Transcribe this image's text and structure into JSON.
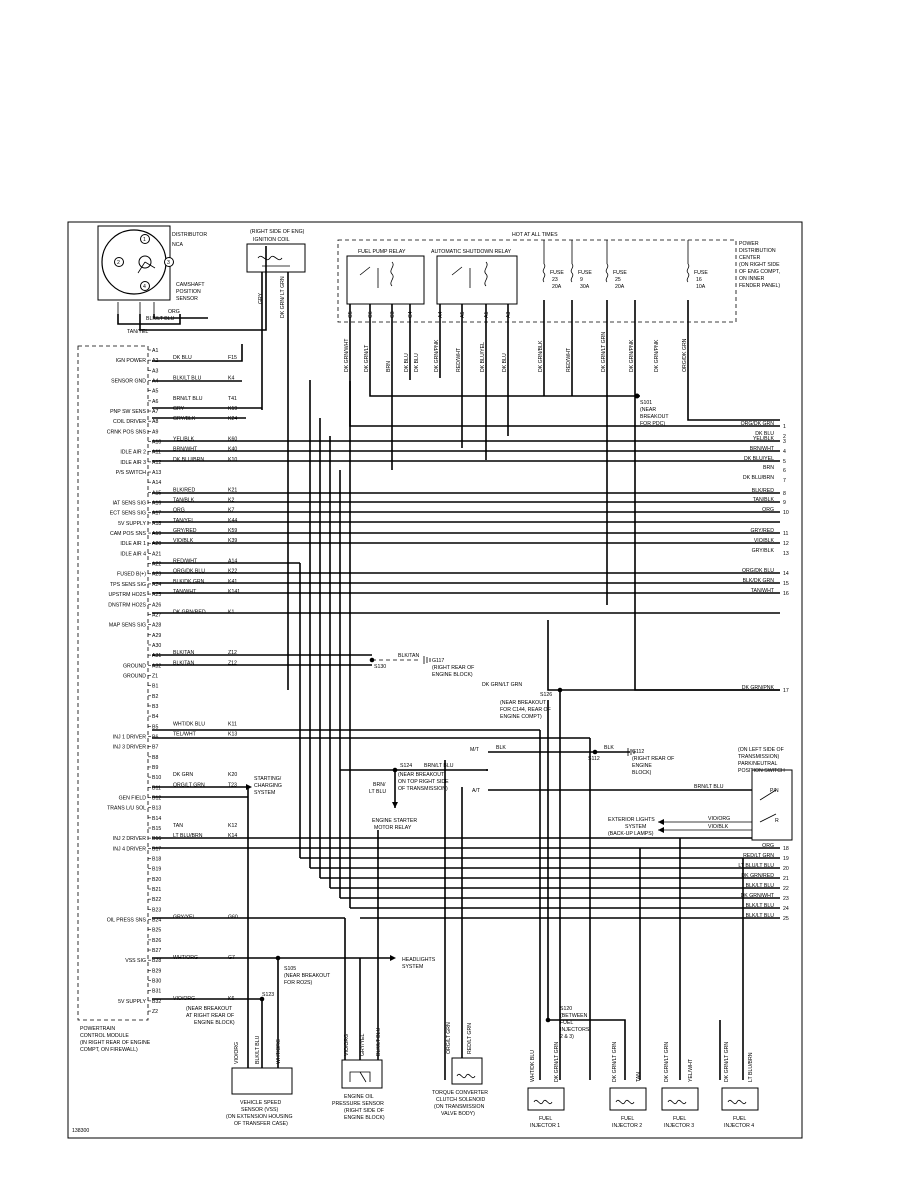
{
  "figure_id": "138300",
  "distributor": {
    "title": "DISTRIBUTOR",
    "nca": "NCA",
    "sensor_lines": [
      "CAMSHAFT",
      "POSITION",
      "SENSOR"
    ],
    "cyl_numbers": [
      "1",
      "2",
      "3",
      "4"
    ]
  },
  "ignition_coil": {
    "location": "(RIGHT SIDE OF ENG)",
    "title": "IGNITION COIL",
    "wires": [
      "GRY",
      "DK GRN/ LT GRN"
    ]
  },
  "hot_label": "HOT AT ALL TIMES",
  "pdc": {
    "lines": [
      "POWER",
      "DISTRIBUTION",
      "CENTER",
      "(ON RIGHT SIDE",
      "OF ENG COMPT,",
      "ON INNER",
      "FENDER PANEL)"
    ],
    "fuses": [
      {
        "name": "FUSE",
        "num": "23",
        "amp": "20A"
      },
      {
        "name": "FUSE",
        "num": "9",
        "amp": "30A"
      },
      {
        "name": "FUSE",
        "num": "25",
        "amp": "20A"
      },
      {
        "name": "FUSE",
        "num": "16",
        "amp": "10A"
      }
    ],
    "fuel_pump_relay": "FUEL PUMP RELAY",
    "asd_relay": "AUTOMATIC SHUTDOWN RELAY",
    "relay_pins": [
      "C5",
      "C6",
      "C3",
      "C4",
      "A4",
      "A5",
      "A1",
      "A3"
    ],
    "top_wires": [
      "DK GRN/WHT",
      "DK GRN/LT",
      "BRN",
      "DK BLU",
      "DK BLU",
      "DK GRN/PNK",
      "RED/WHT",
      "DK BLU/YEL",
      "DK BLU",
      "DK GRN/BLK",
      "RED/WHT",
      "DK GRN/LT GRN",
      "DK GRN/PNK",
      "DK GRN/PNK",
      "ORG/DK GRN"
    ]
  },
  "splice_s101": [
    "S101",
    "(NEAR",
    "BREAKOUT",
    "FOR PDC)"
  ],
  "pcm": {
    "functions": [
      {
        "label": "IGN POWER",
        "row": 1
      },
      {
        "label": "SENSOR GND",
        "row": 3
      },
      {
        "label": "PNP SW SENS",
        "row": 6
      },
      {
        "label": "COIL DRIVER",
        "row": 7
      },
      {
        "label": "CRNK POS SNS",
        "row": 8
      },
      {
        "label": "IDLE AIR 2",
        "row": 10
      },
      {
        "label": "IDLE AIR 3",
        "row": 11
      },
      {
        "label": "P/S SWITCH",
        "row": 12
      },
      {
        "label": "IAT SENS SIG",
        "row": 15
      },
      {
        "label": "ECT SENS SIG",
        "row": 16
      },
      {
        "label": "5V SUPPLY",
        "row": 17
      },
      {
        "label": "CAM POS SNS",
        "row": 18
      },
      {
        "label": "IDLE AIR 1",
        "row": 19
      },
      {
        "label": "IDLE AIR 4",
        "row": 20
      },
      {
        "label": "FUSED B(+)",
        "row": 22
      },
      {
        "label": "TPS SENS SIG",
        "row": 23
      },
      {
        "label": "UPSTRM HO2S",
        "row": 24
      },
      {
        "label": "DNSTRM HO2S",
        "row": 25
      },
      {
        "label": "MAP SENS SIG",
        "row": 27
      },
      {
        "label": "GROUND",
        "row": 31
      },
      {
        "label": "GROUND",
        "row": 32
      },
      {
        "label": "INJ 1 DRIVER",
        "row": 38
      },
      {
        "label": "INJ 3 DRIVER",
        "row": 39
      },
      {
        "label": "GEN FIELD",
        "row": 44
      },
      {
        "label": "TRANS L/U SOL",
        "row": 45
      },
      {
        "label": "INJ 2 DRIVER",
        "row": 48
      },
      {
        "label": "INJ 4 DRIVER",
        "row": 49
      },
      {
        "label": "OIL PRESS SNS",
        "row": 56
      },
      {
        "label": "VSS SIG",
        "row": 60
      },
      {
        "label": "5V SUPPLY",
        "row": 64
      }
    ],
    "pins": [
      "A1",
      "A2",
      "A3",
      "A4",
      "A5",
      "A6",
      "A7",
      "A8",
      "A9",
      "A10",
      "A11",
      "A12",
      "A13",
      "A14",
      "A15",
      "A16",
      "A17",
      "A18",
      "A19",
      "A20",
      "A21",
      "A22",
      "A23",
      "A24",
      "A25",
      "A26",
      "A27",
      "A28",
      "A29",
      "A30",
      "A31",
      "A32",
      "Z1",
      "B1",
      "B2",
      "B3",
      "B4",
      "B5",
      "B6",
      "B7",
      "B8",
      "B9",
      "B10",
      "B11",
      "B12",
      "B13",
      "B14",
      "B15",
      "B16",
      "B17",
      "B18",
      "B19",
      "B20",
      "B21",
      "B22",
      "B23",
      "B24",
      "B25",
      "B26",
      "B27",
      "B28",
      "B29",
      "B30",
      "B31",
      "B32",
      "Z2"
    ],
    "wires": [
      {
        "row": 1,
        "color": "DK BLU",
        "circuit": "F15"
      },
      {
        "row": 3,
        "color": "BLK/LT BLU",
        "circuit": "K4"
      },
      {
        "row": 5,
        "color": "BRN/LT BLU",
        "circuit": "T41"
      },
      {
        "row": 6,
        "color": "GRY",
        "circuit": "K19"
      },
      {
        "row": 7,
        "color": "GRY/BLK",
        "circuit": "K24"
      },
      {
        "row": 9,
        "color": "YEL/BLK",
        "circuit": "K60"
      },
      {
        "row": 10,
        "color": "BRN/WHT",
        "circuit": "K40"
      },
      {
        "row": 11,
        "color": "DK BLU/BRN",
        "circuit": "K10"
      },
      {
        "row": 14,
        "color": "BLK/RED",
        "circuit": "K21"
      },
      {
        "row": 15,
        "color": "TAN/BLK",
        "circuit": "K2"
      },
      {
        "row": 16,
        "color": "ORG",
        "circuit": "K7"
      },
      {
        "row": 17,
        "color": "TAN/YEL",
        "circuit": "K44"
      },
      {
        "row": 18,
        "color": "GRY/RED",
        "circuit": "K59"
      },
      {
        "row": 19,
        "color": "VIO/BLK",
        "circuit": "K39"
      },
      {
        "row": 21,
        "color": "RED/WHT",
        "circuit": "A14"
      },
      {
        "row": 22,
        "color": "ORG/DK BLU",
        "circuit": "K22"
      },
      {
        "row": 23,
        "color": "BLK/DK GRN",
        "circuit": "K41"
      },
      {
        "row": 24,
        "color": "TAN/WHT",
        "circuit": "K141"
      },
      {
        "row": 26,
        "color": "DK GRN/RED",
        "circuit": "K1"
      },
      {
        "row": 30,
        "color": "BLK/TAN",
        "circuit": "Z12"
      },
      {
        "row": 31,
        "color": "BLK/TAN",
        "circuit": "Z12"
      },
      {
        "row": 37,
        "color": "WHT/DK BLU",
        "circuit": "K11"
      },
      {
        "row": 38,
        "color": "TEL/WHT",
        "circuit": "K13"
      },
      {
        "row": 42,
        "color": "DK GRN",
        "circuit": "K20"
      },
      {
        "row": 43,
        "color": "ORG/LT GRN",
        "circuit": "T23"
      },
      {
        "row": 47,
        "color": "TAN",
        "circuit": "K12"
      },
      {
        "row": 48,
        "color": "LT BLU/BRN",
        "circuit": "K14"
      },
      {
        "row": 56,
        "color": "GRY/YEL",
        "circuit": "G60"
      },
      {
        "row": 60,
        "color": "WHT/ORG",
        "circuit": "G7"
      },
      {
        "row": 64,
        "color": "VIO/ORG",
        "circuit": "K6"
      }
    ],
    "caption": [
      "POWERTRAIN",
      "CONTROL MODULE",
      "(IN RIGHT REAR OF ENGINE",
      "COMPT, ON FIREWALL)"
    ]
  },
  "right_labels": [
    {
      "text": "ORG/DK GRN",
      "num": "1"
    },
    {
      "text": "DK BLU",
      "num": "2"
    },
    {
      "text": "YEL/BLK",
      "num": "3"
    },
    {
      "text": "BRN/WHT",
      "num": "4"
    },
    {
      "text": "DK BLU/YEL",
      "num": "5"
    },
    {
      "text": "BRN",
      "num": "6"
    },
    {
      "text": "DK BLU/BRN",
      "num": "7"
    },
    {
      "text": "BLK/RED",
      "num": "8"
    },
    {
      "text": "TAN/BLK",
      "num": "9"
    },
    {
      "text": "ORG",
      "num": "10"
    },
    {
      "text": "GRY/RED",
      "num": "11"
    },
    {
      "text": "VIO/BLK",
      "num": "12"
    },
    {
      "text": "GRY/BLK",
      "num": "13"
    },
    {
      "text": "ORG/DK BLU",
      "num": "14"
    },
    {
      "text": "BLK/DK GRN",
      "num": "15"
    },
    {
      "text": "TAN/WHT",
      "num": "16"
    },
    {
      "text": "DK GRN/PNK",
      "num": "17"
    },
    {
      "text": "ORG",
      "num": "18"
    },
    {
      "text": "RED/LT GRN",
      "num": "19"
    },
    {
      "text": "LT BLU/LT BLU",
      "num": "20"
    },
    {
      "text": "DK GRN/RED",
      "num": "21"
    },
    {
      "text": "BLK/LT BLU",
      "num": "22"
    },
    {
      "text": "DK GRN/WHT",
      "num": "23"
    },
    {
      "text": "BLK/LT BLU",
      "num": "24"
    },
    {
      "text": "BLK/LT BLU",
      "num": "25"
    }
  ],
  "ground_g117": [
    "G117",
    "(RIGHT REAR OF",
    "ENGINE BLOCK)"
  ],
  "ground_wire": {
    "color": "BLK/TAN",
    "splice": "S130"
  },
  "splice_s126": [
    "S126",
    "(NEAR BREAKOUT",
    "FOR C144, REAR OF",
    "ENGINE COMPT)"
  ],
  "s126_wire": "DK GRN/LT GRN",
  "splice_s124": [
    "S124",
    "(NEAR BREAKOUT",
    "ON TOP RIGHT SIDE",
    "OF TRANSMISSION)"
  ],
  "s124_wire": "BRN/LT BLU",
  "starter_relay": [
    "ENGINE STARTER",
    "MOTOR RELAY"
  ],
  "starter_relay_wire": [
    "BRN/",
    "LT BLU"
  ],
  "starting": [
    "STARTING/",
    "CHARGING",
    "SYSTEM"
  ],
  "mt_label": "M/T",
  "at_label": "A/T",
  "ground_g112": {
    "splice": "S112",
    "wire": "BLK",
    "lines": [
      "G112",
      "(RIGHT REAR OF",
      "ENGINE",
      "BLOCK)"
    ]
  },
  "pnp_switch": [
    "(ON LEFT SIDE OF",
    "TRANSMISSION)",
    "PARK/NEUTRAL",
    "POSITION SWITCH"
  ],
  "pnp_positions": [
    "P/N",
    "R"
  ],
  "pnp_wire": "BRN/LT BLU",
  "ext_lights": [
    "EXTERIOR LIGHTS",
    "SYSTEM",
    "(BACK-UP LAMPS)"
  ],
  "ext_wires": [
    "VIO/ORG",
    "VIO/BLK"
  ],
  "headlights": [
    "HEADLIGHTS",
    "SYSTEM"
  ],
  "splice_s105": [
    "S105",
    "(NEAR BREAKOUT",
    "FOR RO2S)"
  ],
  "splice_s123": [
    "S123",
    "(NEAR BREAKOUT",
    "AT RIGHT REAR OF",
    "ENGINE BLOCK)"
  ],
  "splice_s120": [
    "S120",
    "(BETWEEN",
    "FUEL",
    "INJECTORS",
    "2 & 3)"
  ],
  "vss": {
    "lines": [
      "VEHICLE SPEED",
      "SENSOR (VSS)",
      "(ON EXTENSION HOUSING",
      "OF TRANSFER CASE)"
    ],
    "wires": [
      "VIO/ORG",
      "BLK/LT BLU",
      "WHT/ORG"
    ]
  },
  "oil": {
    "lines": [
      "ENGINE OIL",
      "PRESSURE SENSOR",
      "(RIGHT SIDE OF",
      "ENGINE BLOCK)"
    ],
    "wires": [
      "VIO/ORG",
      "GRY/YEL",
      "BLK/LT BLU"
    ]
  },
  "tcc": {
    "lines": [
      "TORQUE CONVERTER",
      "CLUTCH SOLENOID",
      "(ON TRANSMISSION",
      "VALVE BODY)"
    ],
    "wires": [
      "ORG/LT GRN",
      "RED/LT GRN"
    ]
  },
  "injectors": [
    {
      "name": "FUEL",
      "num": "INJECTOR 1",
      "wires": [
        "WHT/DK BLU",
        "DK GRN/LT GRN"
      ]
    },
    {
      "name": "FUEL",
      "num": "INJECTOR 2",
      "wires": [
        "DK GRN/LT GRN",
        "TAN"
      ]
    },
    {
      "name": "FUEL",
      "num": "INJECTOR 3",
      "wires": [
        "DK GRN/LT GRN",
        "YEL/WHT"
      ]
    },
    {
      "name": "FUEL",
      "num": "INJECTOR 4",
      "wires": [
        "DK GRN/LT GRN",
        "LT BLU/BRN"
      ]
    }
  ],
  "camsensor_wires": [
    "BLK/LT BLU",
    "TAN/YEL",
    "ORG"
  ]
}
